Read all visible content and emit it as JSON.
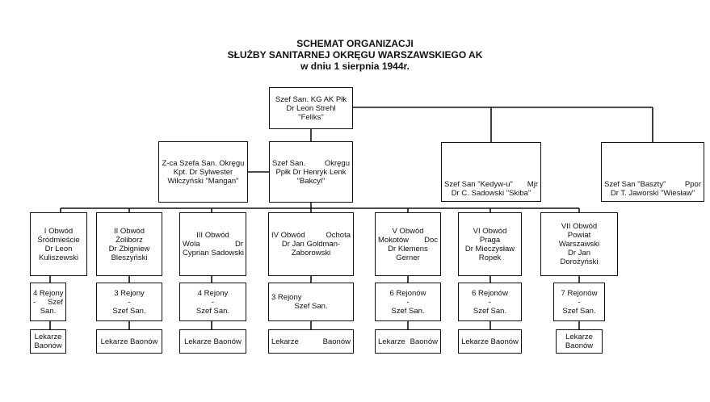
{
  "title": {
    "line1": "SCHEMAT ORGANIZACJI",
    "line2": "SŁUŻBY SANITARNEJ OKRĘGU WARSZAWSKIEGO AK",
    "line3": "w dniu 1 sierpnia 1944r."
  },
  "top": {
    "line1": "Szef San. KG AK Płk",
    "line2": "Dr Leon Strehl",
    "line3": "\"Feliks\""
  },
  "deputy": {
    "line1": "Z-ca Szefa San. Okręgu",
    "line2": "Kpt. Dr Sylwester",
    "line3": "Wilczyński \"Mangan\""
  },
  "chief": {
    "line1a": "Szef San.",
    "line1b": "Okręgu",
    "line2": "Ppłk Dr Henryk Lenk",
    "line3": "\"Bakcyl\""
  },
  "kedyw": {
    "line1a": "Szef San \"Kedyw-u\"",
    "line1b": "Mjr",
    "line2": "Dr C. Sadowski \"Skiba\""
  },
  "baszta": {
    "line1a": "Szef San \"Baszty\"",
    "line1b": "Ppor",
    "line2": "Dr T. Jaworski \"Wiesław\""
  },
  "districts": {
    "d1": [
      "I Obwód",
      "Śródmieście",
      "Dr Leon",
      "Kuliszewski"
    ],
    "d2": [
      "II Obwód",
      "Żoliborz",
      "Dr Zbigniew",
      "Bleszyński"
    ],
    "d3": {
      "l1": "III Obwód",
      "l2a": "Wola",
      "l2b": "Dr",
      "l3": "Cyprian Sadowski"
    },
    "d4": {
      "l1a": "IV Obwód",
      "l1b": "Ochota",
      "l2": "Dr Jan Goldman-",
      "l3": "Zaborowski"
    },
    "d5": {
      "l1": "V Obwód",
      "l2a": "Mokotów",
      "l2b": "Doc",
      "l3": "Dr Klemens",
      "l4": "Gerner"
    },
    "d6": [
      "VI Obwód",
      "Praga",
      "Dr Mieczysław",
      "Ropek"
    ],
    "d7": [
      "VII Obwód",
      "Powiat",
      "Warszawski",
      "Dr Jan",
      "Dorożyński"
    ]
  },
  "regions": {
    "r1": {
      "l1": "4 Rejony",
      "l2a": "-",
      "l2b": "Szef",
      "l3": "San."
    },
    "r2": {
      "l1": "3 Rejony",
      "l2": "-",
      "l3": "Szef San."
    },
    "r3": {
      "l1": "4 Rejony",
      "l2": "-",
      "l3": "Szef San."
    },
    "r4": {
      "l1": "3 Rejony",
      "l2": "Szef San."
    },
    "r5": {
      "l1": "6 Rejonów",
      "l2": "-",
      "l3": "Szef San."
    },
    "r6": {
      "l1": "6 Rejonów",
      "l2": "-",
      "l3": "Szef San."
    },
    "r7": {
      "l1": "7 Rejonów",
      "l2": "-",
      "l3": "Szef San."
    }
  },
  "doctors": {
    "b1": [
      "Lekarze",
      "Baonów"
    ],
    "b2": "Lekarze Baonów",
    "b3": "Lekarze Baonów",
    "b4": {
      "a": "Lekarze",
      "b": "Baonów"
    },
    "b5": {
      "a": "Lekarze",
      "b": "Baonów"
    },
    "b6": "Lekarze Baonów",
    "b7": [
      "Lekarze",
      "Baonów"
    ]
  }
}
